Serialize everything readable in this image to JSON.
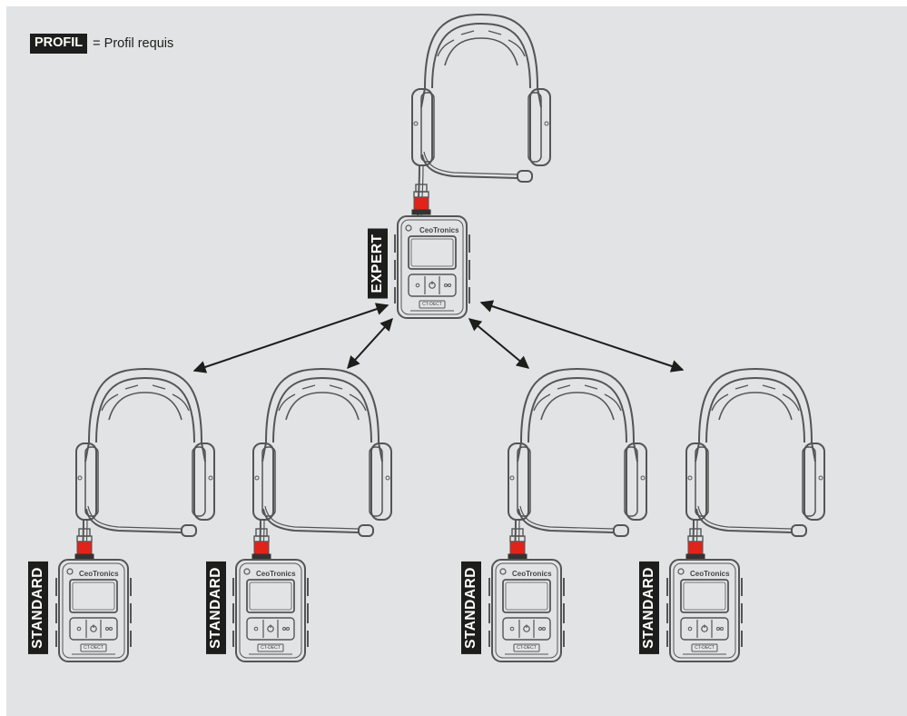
{
  "legend": {
    "badge": "PROFIL",
    "text": "= Profil requis"
  },
  "central_unit": {
    "brand": "CeoTronics",
    "model": "CT-DECT",
    "profile": "EXPERT"
  },
  "terminals": [
    {
      "brand": "CeoTronics",
      "model": "CT-DECT",
      "profile": "STANDARD"
    },
    {
      "brand": "CeoTronics",
      "model": "CT-DECT",
      "profile": "STANDARD"
    },
    {
      "brand": "CeoTronics",
      "model": "CT-DECT",
      "profile": "STANDARD"
    },
    {
      "brand": "CeoTronics",
      "model": "CT-DECT",
      "profile": "STANDARD"
    }
  ],
  "colors": {
    "background": "#e2e3e5",
    "outline": "#555555",
    "connector": "#e2231a",
    "label_bg": "#1d1d1b",
    "arrow": "#1d1d1b"
  },
  "icons": [
    "headset-icon",
    "radio-unit-icon",
    "bidirectional-arrow-icon"
  ]
}
